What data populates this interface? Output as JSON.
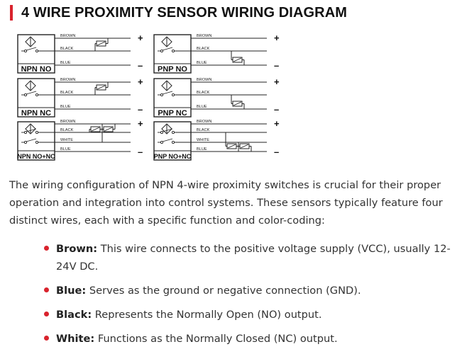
{
  "heading": "4 WIRE PROXIMITY SENSOR WIRING DIAGRAM",
  "colors": {
    "accent": "#d9232d",
    "text": "#333333"
  },
  "diagrams": [
    {
      "label": "NPN NO",
      "wires": [
        "BROWN",
        "BLACK",
        "BLUE"
      ],
      "plus": "+",
      "minus": "–"
    },
    {
      "label": "PNP NO",
      "wires": [
        "BROWN",
        "BLACK",
        "BLUE"
      ],
      "plus": "+",
      "minus": "–"
    },
    {
      "label": "NPN NC",
      "wires": [
        "BROWN",
        "BLACK",
        "BLUE"
      ],
      "plus": "+",
      "minus": "–"
    },
    {
      "label": "PNP NC",
      "wires": [
        "BROWN",
        "BLACK",
        "BLUE"
      ],
      "plus": "+",
      "minus": "–"
    },
    {
      "label": "NPN NO+NC",
      "wires": [
        "BROWN",
        "BLACK",
        "WHITE",
        "BLUE"
      ],
      "plus": "+",
      "minus": "–"
    },
    {
      "label": "PNP NO+NC",
      "wires": [
        "BROWN",
        "BLACK",
        "WHITE",
        "BLUE"
      ],
      "plus": "+",
      "minus": "–"
    }
  ],
  "intro": "The wiring configuration of NPN 4-wire proximity switches is crucial for their proper operation and integration into control systems. These sensors typically feature four distinct wires, each with a specific function and color-coding:",
  "bullets": [
    {
      "term": "Brown:",
      "text": " This wire connects to the positive voltage supply (VCC), usually 12-24V DC."
    },
    {
      "term": "Blue:",
      "text": " Serves as the ground or negative connection (GND)."
    },
    {
      "term": "Black:",
      "text": " Represents the Normally Open (NO) output."
    },
    {
      "term": "White:",
      "text": " Functions as the Normally Closed (NC) output."
    }
  ]
}
